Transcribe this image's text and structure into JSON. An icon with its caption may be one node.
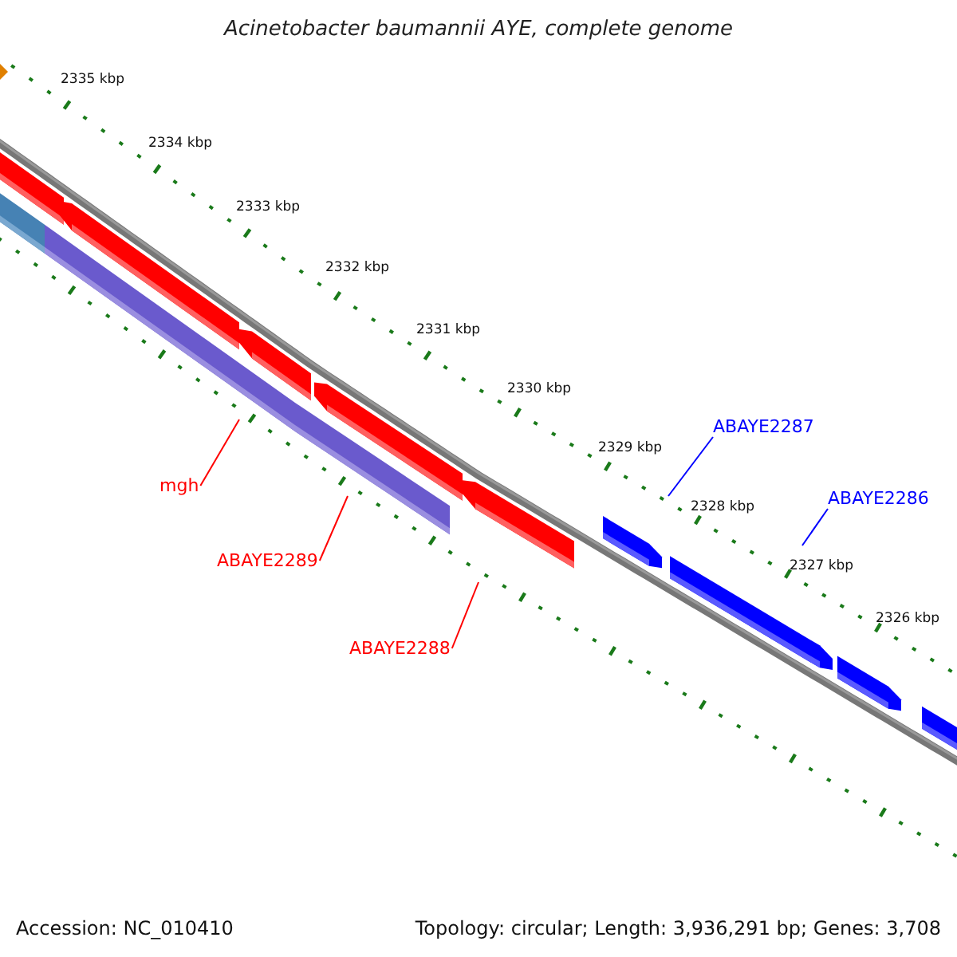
{
  "diagram": {
    "title": "Acinetobacter baumannii AYE, complete genome",
    "nodes": [
      {
        "text": [
          "ABAYE2287"
        ]
      },
      {
        "text": [
          "mgh"
        ]
      },
      {
        "text": [
          "ABAYE2286"
        ]
      },
      {
        "text": [
          "ABAYE2289"
        ]
      },
      {
        "text": [
          "ABAYE2288"
        ]
      }
    ],
    "edges": [
      {
        "from": 0,
        "to": null,
        "arrow": "none",
        "color": "#0000ff"
      },
      {
        "from": 1,
        "to": null,
        "arrow": "none"
      },
      {
        "from": 2,
        "to": null,
        "arrow": "none",
        "color": "#0000ff"
      },
      {
        "from": 3,
        "to": null,
        "arrow": "none"
      },
      {
        "from": 4,
        "to": null,
        "arrow": "none"
      }
    ],
    "labels": [
      "2335 kbp",
      "2334 kbp",
      "2333 kbp",
      "2332 kbp",
      "2331 kbp",
      "2330 kbp",
      "2329 kbp",
      "2328 kbp",
      "2327 kbp",
      "2326 kbp",
      "Accession: NC_010410",
      "Topology: circular; Length: 3,936,291 bp; Genes: 3,708"
    ]
  }
}
